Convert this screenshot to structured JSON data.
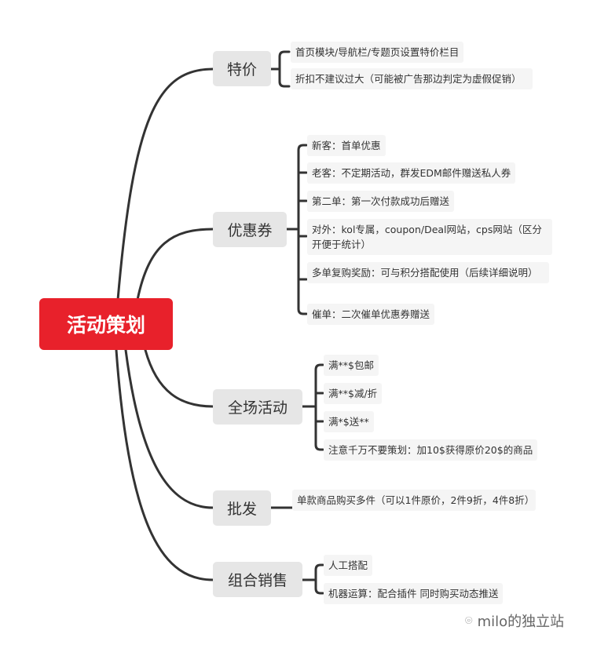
{
  "root": {
    "label": "活动策划",
    "color": "#e8212b"
  },
  "branches": [
    {
      "label": "特价",
      "leaves": [
        "首页模块/导航栏/专题页设置特价栏目",
        "折扣不建议过大（可能被广告那边判定为虚假促销）"
      ]
    },
    {
      "label": "优惠券",
      "leaves": [
        "新客：首单优惠",
        "老客：不定期活动，群发EDM邮件赠送私人券",
        "第二单：第一次付款成功后赠送",
        "对外：kol专属，coupon/Deal网站，cps网站（区分开便于统计）",
        "多单复购奖励：可与积分搭配使用（后续详细说明）",
        "催单：二次催单优惠券赠送"
      ]
    },
    {
      "label": "全场活动",
      "leaves": [
        "满**$包邮",
        "满**$减/折",
        "满*$送**",
        "注意千万不要策划：加10$获得原价20$的商品"
      ]
    },
    {
      "label": "批发",
      "leaves": [
        "单款商品购买多件（可以1件原价，2件9折，4件8折）"
      ]
    },
    {
      "label": "组合销售",
      "leaves": [
        "人工搭配",
        "机器运算：配合插件  同时购买动态推送"
      ]
    }
  ],
  "watermark": "milo的独立站"
}
